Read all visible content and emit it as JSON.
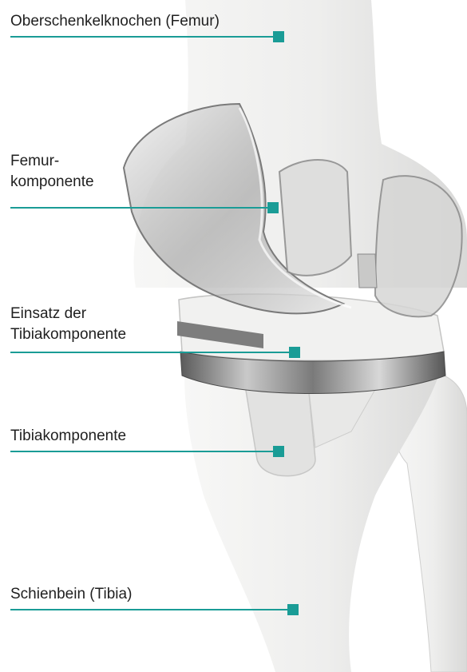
{
  "labels": [
    {
      "id": "femur",
      "lines": [
        "Oberschenkelknochen (Femur)"
      ]
    },
    {
      "id": "femur-component",
      "lines": [
        "Femur-",
        "komponente"
      ]
    },
    {
      "id": "tibia-insert",
      "lines": [
        "Einsatz der",
        "Tibiakomponente"
      ]
    },
    {
      "id": "tibia-component",
      "lines": [
        "Tibiakomponente"
      ]
    },
    {
      "id": "tibia",
      "lines": [
        "Schienbein (Tibia)"
      ]
    }
  ],
  "colors": {
    "accent": "#1a9c96",
    "bone": "#ececeb",
    "metal": "#8e8e8e"
  }
}
